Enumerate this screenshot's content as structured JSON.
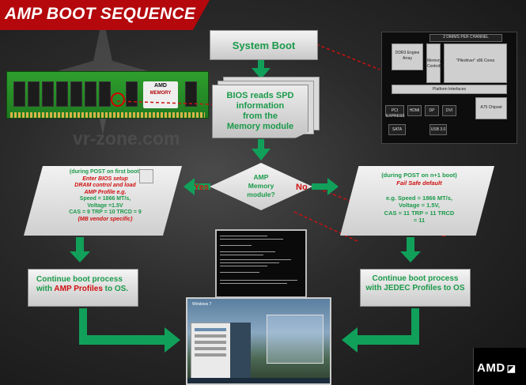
{
  "title": "AMP BOOT SEQUENCE",
  "watermark": "vr-zone.com",
  "memory_module": {
    "badge_brand": "AMD",
    "badge_label": "MEMORY"
  },
  "nodes": {
    "system_boot": "System Boot",
    "bios_lines": [
      "BIOS reads SPD",
      "information",
      "from the",
      "Memory module"
    ],
    "decision_lines": [
      "AMP",
      "Memory",
      "module?"
    ],
    "yes": "Yes",
    "no": "No",
    "left_branch": {
      "lines": [
        {
          "text": "(during POST on first boot)",
          "color": "#1b9a4a",
          "italic": false
        },
        {
          "text": "Enter BIOS setup",
          "color": "#d01010",
          "italic": true
        },
        {
          "text": "DRAM control and load",
          "color": "#d01010",
          "italic": true
        },
        {
          "text": "AMP Profile e.g.",
          "color": "#d01010",
          "italic": true
        },
        {
          "text": "Speed = 1866 MT/s,",
          "color": "#1b9a4a",
          "italic": false
        },
        {
          "text": "Voltage =1.5V",
          "color": "#1b9a4a",
          "italic": false
        },
        {
          "text": "CAS = 9 TRP = 10 TRCD = 9",
          "color": "#1b9a4a",
          "italic": false
        },
        {
          "text": "(MB vendor specific)",
          "color": "#d01010",
          "italic": true
        }
      ]
    },
    "right_branch": {
      "lines": [
        {
          "text": "(during POST on n+1 boot)",
          "color": "#1b9a4a",
          "italic": false
        },
        {
          "text": "Fail Safe default",
          "color": "#d01010",
          "italic": true
        },
        {
          "text": "",
          "color": "#1b9a4a",
          "italic": false
        },
        {
          "text": "e.g. Speed = 1866 MT/s,",
          "color": "#1b9a4a",
          "italic": false
        },
        {
          "text": "Voltage = 1.5V,",
          "color": "#1b9a4a",
          "italic": false
        },
        {
          "text": "CAS = 11 TRP = 11 TRCD",
          "color": "#1b9a4a",
          "italic": false
        },
        {
          "text": "= 11",
          "color": "#1b9a4a",
          "italic": false
        }
      ]
    },
    "continue_left": {
      "pre": "Continue boot process with ",
      "highlight": "AMP Profiles",
      "post": " to OS."
    },
    "continue_right": "Continue boot process with JEDEC Profiles to OS"
  },
  "chipset": {
    "top_label": "2 DIMMS PER CHANNEL",
    "blocks": [
      "DDR3 Engine Array",
      "Memory Controller",
      "\"Piledriver\" x86 Cores",
      "Platform Interfaces",
      "A75 Chipset"
    ],
    "ports": [
      "PCI EXPRESS",
      "HDMI",
      "DP",
      "DVI",
      "USB 3.0",
      "SATA"
    ]
  },
  "windows": {
    "label": "Windows 7"
  },
  "brand": "AMD",
  "colors": {
    "accent_red": "#b4080c",
    "flow_green": "#1b9a4a",
    "arrow_green": "#11a05a",
    "dashed_red": "#cc1111"
  }
}
